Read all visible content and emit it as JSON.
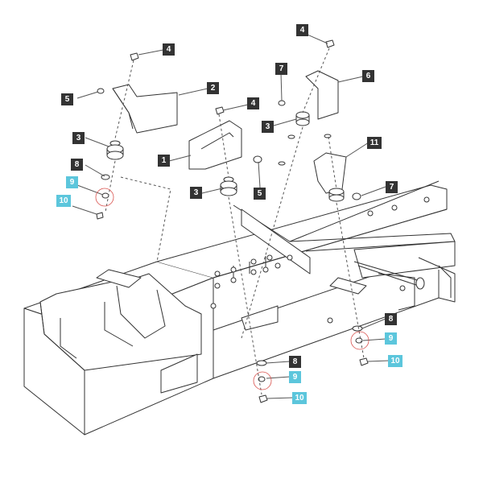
{
  "colors": {
    "callout": "#333333",
    "callout_highlight": "#5cc6dc",
    "line": "#333333",
    "leader": "#555555",
    "circle": "#d9534f"
  },
  "callouts": {
    "c1": "1",
    "c2": "2",
    "c3a": "3",
    "c3b": "3",
    "c3c": "3",
    "c4a": "4",
    "c4b": "4",
    "c4c": "4",
    "c5a": "5",
    "c5b": "5",
    "c6": "6",
    "c7a": "7",
    "c7b": "7",
    "c8a": "8",
    "c8b": "8",
    "c8c": "8",
    "c9a": "9",
    "c9b": "9",
    "c9c": "9",
    "c10a": "10",
    "c10b": "10",
    "c10c": "10",
    "c11": "11"
  }
}
